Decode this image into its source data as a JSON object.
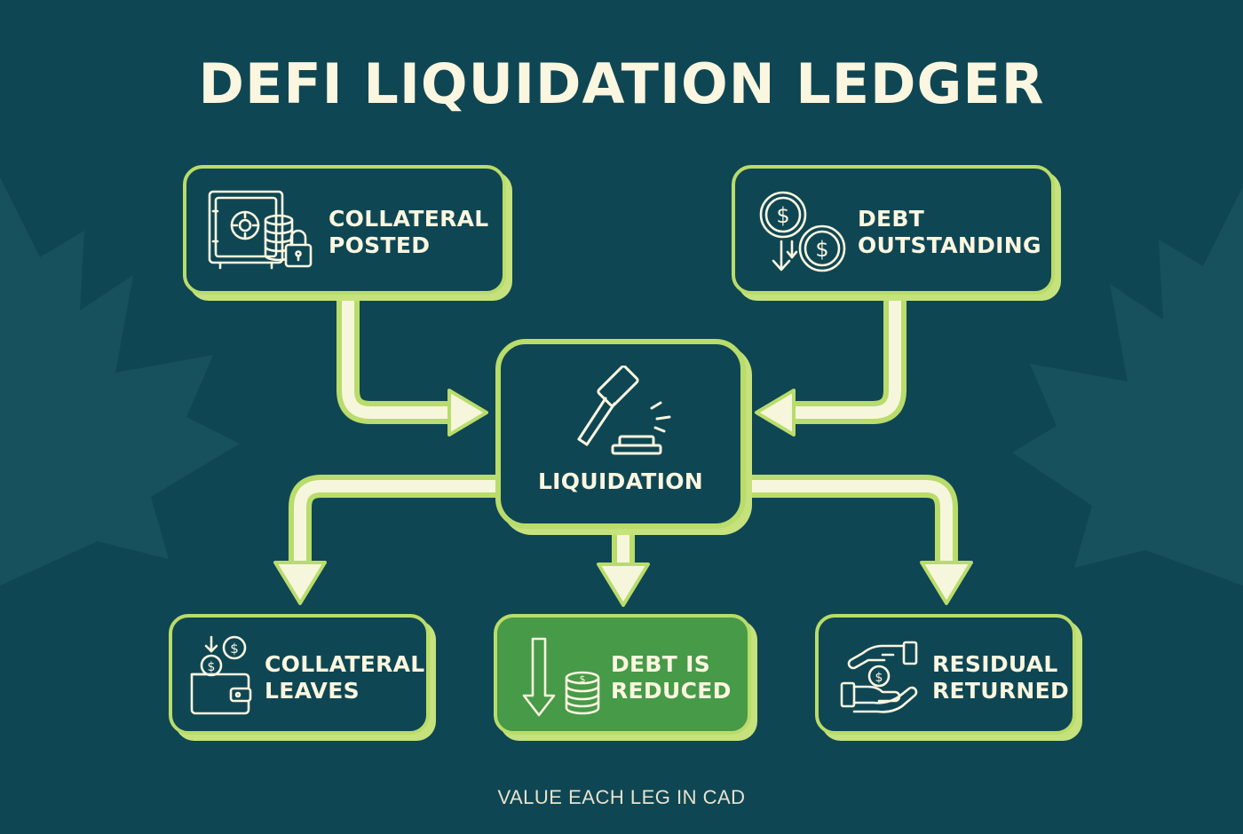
{
  "title": "DEFI LIQUIDATION LEDGER",
  "nodes": {
    "collateral_posted": {
      "label": "COLLATERAL\nPOSTED",
      "icon": "safe-with-coins-and-lock-icon"
    },
    "debt_outstanding": {
      "label": "DEBT\nOUTSTANDING",
      "icon": "dollar-coins-down-arrow-icon"
    },
    "liquidation": {
      "label": "LIQUIDATION",
      "icon": "gavel-icon"
    },
    "collateral_leaves": {
      "label": "COLLATERAL\nLEAVES",
      "icon": "wallet-with-coins-icon"
    },
    "debt_reduced": {
      "label": "DEBT IS\nREDUCED",
      "icon": "down-arrow-coin-stack-icon"
    },
    "residual_returned": {
      "label": "RESIDUAL\nRETURNED",
      "icon": "hands-exchanging-coin-icon"
    }
  },
  "footer": "VALUE EACH LEG IN CAD",
  "colors": {
    "background": "#0f4653",
    "accent": "#b9dc6a",
    "highlight": "#469a48",
    "text": "#fbf6df"
  }
}
